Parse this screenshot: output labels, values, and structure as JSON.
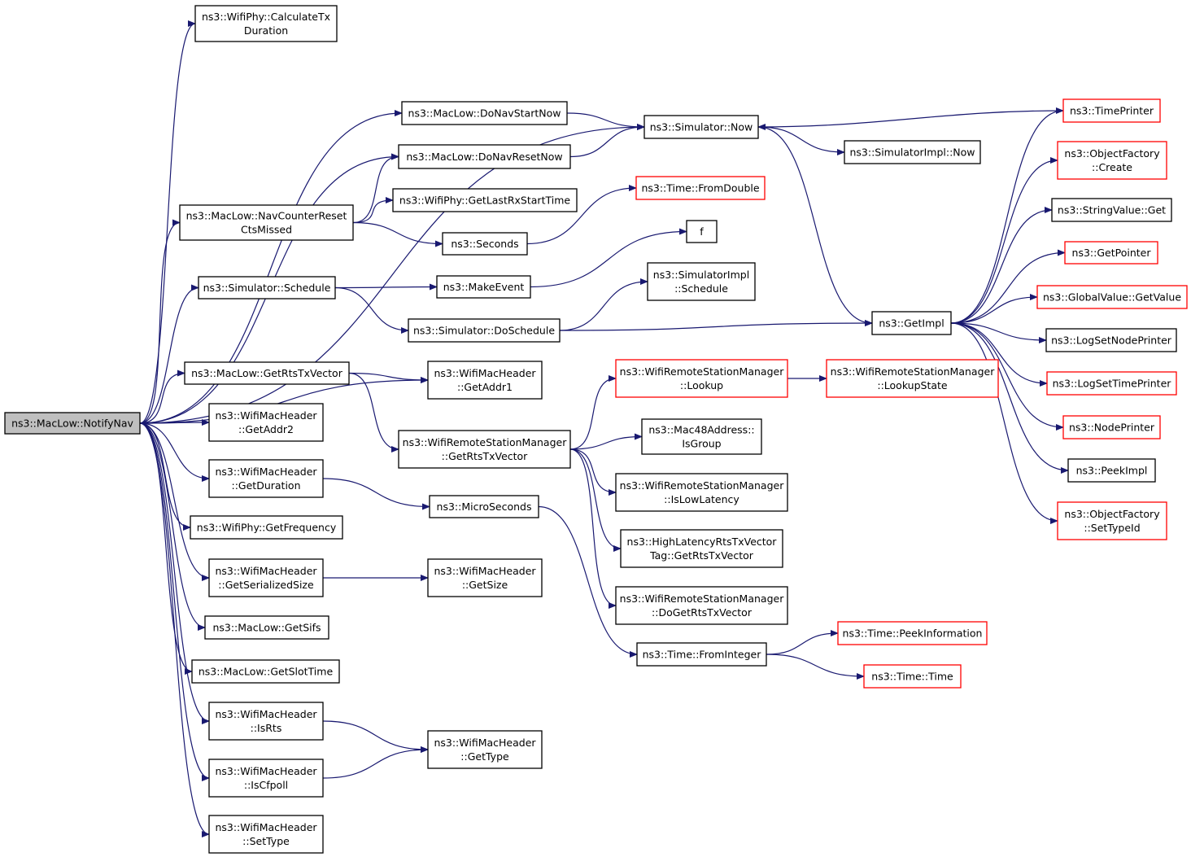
{
  "colors": {
    "edge": "#191970",
    "border_normal": "#000000",
    "border_truncated": "#ff0000",
    "root_fill": "#bfbfbf",
    "node_fill": "#ffffff"
  },
  "nodes": [
    {
      "id": "notifynav",
      "lines": [
        "ns3::MacLow::NotifyNav"
      ],
      "kind": "root"
    },
    {
      "id": "calctx",
      "lines": [
        "ns3::WifiPhy::CalculateTx",
        "Duration"
      ],
      "kind": "normal"
    },
    {
      "id": "donavstart",
      "lines": [
        "ns3::MacLow::DoNavStartNow"
      ],
      "kind": "normal"
    },
    {
      "id": "donavreset",
      "lines": [
        "ns3::MacLow::DoNavResetNow"
      ],
      "kind": "normal"
    },
    {
      "id": "navcounter",
      "lines": [
        "ns3::MacLow::NavCounterReset",
        "CtsMissed"
      ],
      "kind": "normal"
    },
    {
      "id": "getlastrx",
      "lines": [
        "ns3::WifiPhy::GetLastRxStartTime"
      ],
      "kind": "normal"
    },
    {
      "id": "seconds",
      "lines": [
        "ns3::Seconds"
      ],
      "kind": "normal"
    },
    {
      "id": "schedule",
      "lines": [
        "ns3::Simulator::Schedule"
      ],
      "kind": "normal"
    },
    {
      "id": "makeevent",
      "lines": [
        "ns3::MakeEvent"
      ],
      "kind": "normal"
    },
    {
      "id": "doschedule",
      "lines": [
        "ns3::Simulator::DoSchedule"
      ],
      "kind": "normal"
    },
    {
      "id": "simimplsched",
      "lines": [
        "ns3::SimulatorImpl",
        "::Schedule"
      ],
      "kind": "normal"
    },
    {
      "id": "fromdouble",
      "lines": [
        "ns3::Time::FromDouble"
      ],
      "kind": "truncated"
    },
    {
      "id": "f",
      "lines": [
        "f"
      ],
      "kind": "normal"
    },
    {
      "id": "simnow",
      "lines": [
        "ns3::Simulator::Now"
      ],
      "kind": "normal"
    },
    {
      "id": "simimplnow",
      "lines": [
        "ns3::SimulatorImpl::Now"
      ],
      "kind": "normal"
    },
    {
      "id": "getimpl",
      "lines": [
        "ns3::GetImpl"
      ],
      "kind": "normal"
    },
    {
      "id": "timeprinter",
      "lines": [
        "ns3::TimePrinter"
      ],
      "kind": "truncated"
    },
    {
      "id": "ofcreate",
      "lines": [
        "ns3::ObjectFactory",
        "::Create"
      ],
      "kind": "truncated"
    },
    {
      "id": "strget",
      "lines": [
        "ns3::StringValue::Get"
      ],
      "kind": "normal"
    },
    {
      "id": "getpointer",
      "lines": [
        "ns3::GetPointer"
      ],
      "kind": "truncated"
    },
    {
      "id": "gvgetvalue",
      "lines": [
        "ns3::GlobalValue::GetValue"
      ],
      "kind": "truncated"
    },
    {
      "id": "logsetnode",
      "lines": [
        "ns3::LogSetNodePrinter"
      ],
      "kind": "normal"
    },
    {
      "id": "logsettime",
      "lines": [
        "ns3::LogSetTimePrinter"
      ],
      "kind": "truncated"
    },
    {
      "id": "nodeprinter",
      "lines": [
        "ns3::NodePrinter"
      ],
      "kind": "truncated"
    },
    {
      "id": "peekimpl",
      "lines": [
        "ns3::PeekImpl"
      ],
      "kind": "normal"
    },
    {
      "id": "ofsettypeid",
      "lines": [
        "ns3::ObjectFactory",
        "::SetTypeId"
      ],
      "kind": "truncated"
    },
    {
      "id": "getrtstx",
      "lines": [
        "ns3::MacLow::GetRtsTxVector"
      ],
      "kind": "normal"
    },
    {
      "id": "getaddr1",
      "lines": [
        "ns3::WifiMacHeader",
        "::GetAddr1"
      ],
      "kind": "normal"
    },
    {
      "id": "getaddr2",
      "lines": [
        "ns3::WifiMacHeader",
        "::GetAddr2"
      ],
      "kind": "normal"
    },
    {
      "id": "getduration",
      "lines": [
        "ns3::WifiMacHeader",
        "::GetDuration"
      ],
      "kind": "normal"
    },
    {
      "id": "getfreq",
      "lines": [
        "ns3::WifiPhy::GetFrequency"
      ],
      "kind": "normal"
    },
    {
      "id": "getserial",
      "lines": [
        "ns3::WifiMacHeader",
        "::GetSerializedSize"
      ],
      "kind": "normal"
    },
    {
      "id": "getsize",
      "lines": [
        "ns3::WifiMacHeader",
        "::GetSize"
      ],
      "kind": "normal"
    },
    {
      "id": "getsifs",
      "lines": [
        "ns3::MacLow::GetSifs"
      ],
      "kind": "normal"
    },
    {
      "id": "getslot",
      "lines": [
        "ns3::MacLow::GetSlotTime"
      ],
      "kind": "normal"
    },
    {
      "id": "isrts",
      "lines": [
        "ns3::WifiMacHeader",
        "::IsRts"
      ],
      "kind": "normal"
    },
    {
      "id": "iscfpoll",
      "lines": [
        "ns3::WifiMacHeader",
        "::IsCfpoll"
      ],
      "kind": "normal"
    },
    {
      "id": "settype",
      "lines": [
        "ns3::WifiMacHeader",
        "::SetType"
      ],
      "kind": "normal"
    },
    {
      "id": "gettype",
      "lines": [
        "ns3::WifiMacHeader",
        "::GetType"
      ],
      "kind": "normal"
    },
    {
      "id": "wrsmgetrts",
      "lines": [
        "ns3::WifiRemoteStationManager",
        "::GetRtsTxVector"
      ],
      "kind": "normal"
    },
    {
      "id": "lookup",
      "lines": [
        "ns3::WifiRemoteStationManager",
        "::Lookup"
      ],
      "kind": "truncated"
    },
    {
      "id": "lookupstate",
      "lines": [
        "ns3::WifiRemoteStationManager",
        "::LookupState"
      ],
      "kind": "truncated"
    },
    {
      "id": "isgroup",
      "lines": [
        "ns3::Mac48Address::",
        "IsGroup"
      ],
      "kind": "normal"
    },
    {
      "id": "islowlat",
      "lines": [
        "ns3::WifiRemoteStationManager",
        "::IsLowLatency"
      ],
      "kind": "normal"
    },
    {
      "id": "hlrts",
      "lines": [
        "ns3::HighLatencyRtsTxVector",
        "Tag::GetRtsTxVector"
      ],
      "kind": "normal"
    },
    {
      "id": "dogetrts",
      "lines": [
        "ns3::WifiRemoteStationManager",
        "::DoGetRtsTxVector"
      ],
      "kind": "normal"
    },
    {
      "id": "microsec",
      "lines": [
        "ns3::MicroSeconds"
      ],
      "kind": "normal"
    },
    {
      "id": "frominteger",
      "lines": [
        "ns3::Time::FromInteger"
      ],
      "kind": "normal"
    },
    {
      "id": "peekinfo",
      "lines": [
        "ns3::Time::PeekInformation"
      ],
      "kind": "truncated"
    },
    {
      "id": "timetime",
      "lines": [
        "ns3::Time::Time"
      ],
      "kind": "truncated"
    }
  ],
  "edges": [
    [
      "notifynav",
      "calctx"
    ],
    [
      "notifynav",
      "simnow"
    ],
    [
      "notifynav",
      "donavstart"
    ],
    [
      "notifynav",
      "donavreset"
    ],
    [
      "notifynav",
      "navcounter"
    ],
    [
      "notifynav",
      "schedule"
    ],
    [
      "notifynav",
      "getaddr1"
    ],
    [
      "notifynav",
      "getrtstx"
    ],
    [
      "notifynav",
      "getaddr2"
    ],
    [
      "notifynav",
      "getduration"
    ],
    [
      "notifynav",
      "getfreq"
    ],
    [
      "notifynav",
      "getserial"
    ],
    [
      "notifynav",
      "getsifs"
    ],
    [
      "notifynav",
      "getslot"
    ],
    [
      "notifynav",
      "isrts"
    ],
    [
      "notifynav",
      "iscfpoll"
    ],
    [
      "notifynav",
      "settype"
    ],
    [
      "donavstart",
      "simnow"
    ],
    [
      "donavreset",
      "simnow"
    ],
    [
      "navcounter",
      "donavreset"
    ],
    [
      "navcounter",
      "getlastrx"
    ],
    [
      "navcounter",
      "seconds"
    ],
    [
      "seconds",
      "fromdouble"
    ],
    [
      "schedule",
      "makeevent"
    ],
    [
      "schedule",
      "doschedule"
    ],
    [
      "makeevent",
      "f"
    ],
    [
      "doschedule",
      "simimplsched"
    ],
    [
      "doschedule",
      "getimpl"
    ],
    [
      "simnow",
      "simimplnow"
    ],
    [
      "simnow",
      "getimpl"
    ],
    [
      "timeprinter",
      "simnow"
    ],
    [
      "getimpl",
      "timeprinter"
    ],
    [
      "getimpl",
      "ofcreate"
    ],
    [
      "getimpl",
      "strget"
    ],
    [
      "getimpl",
      "getpointer"
    ],
    [
      "getimpl",
      "gvgetvalue"
    ],
    [
      "getimpl",
      "logsetnode"
    ],
    [
      "getimpl",
      "logsettime"
    ],
    [
      "getimpl",
      "nodeprinter"
    ],
    [
      "getimpl",
      "peekimpl"
    ],
    [
      "getimpl",
      "ofsettypeid"
    ],
    [
      "getrtstx",
      "getaddr1"
    ],
    [
      "getrtstx",
      "wrsmgetrts"
    ],
    [
      "wrsmgetrts",
      "lookup"
    ],
    [
      "wrsmgetrts",
      "isgroup"
    ],
    [
      "wrsmgetrts",
      "islowlat"
    ],
    [
      "wrsmgetrts",
      "hlrts"
    ],
    [
      "wrsmgetrts",
      "dogetrts"
    ],
    [
      "lookup",
      "lookupstate"
    ],
    [
      "getduration",
      "microsec"
    ],
    [
      "microsec",
      "frominteger"
    ],
    [
      "frominteger",
      "peekinfo"
    ],
    [
      "frominteger",
      "timetime"
    ],
    [
      "getserial",
      "getsize"
    ],
    [
      "isrts",
      "gettype"
    ],
    [
      "iscfpoll",
      "gettype"
    ]
  ]
}
